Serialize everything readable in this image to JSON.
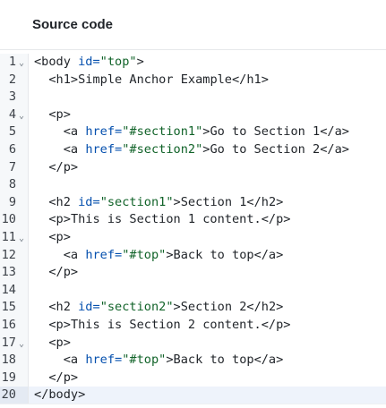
{
  "panel": {
    "title": "Source code"
  },
  "editor": {
    "active_line": 20,
    "lines": [
      {
        "n": "1",
        "fold": true,
        "indent": 0,
        "parts": [
          [
            "tag",
            "<body "
          ],
          [
            "attr",
            "id="
          ],
          [
            "str",
            "\"top\""
          ],
          [
            "tag",
            ">"
          ]
        ]
      },
      {
        "n": "2",
        "fold": false,
        "indent": 2,
        "parts": [
          [
            "tag",
            "<h1>"
          ],
          [
            "txt",
            "Simple Anchor Example"
          ],
          [
            "tag",
            "</h1>"
          ]
        ]
      },
      {
        "n": "3",
        "fold": false,
        "indent": 0,
        "parts": []
      },
      {
        "n": "4",
        "fold": true,
        "indent": 2,
        "parts": [
          [
            "tag",
            "<p>"
          ]
        ]
      },
      {
        "n": "5",
        "fold": false,
        "indent": 4,
        "parts": [
          [
            "tag",
            "<a "
          ],
          [
            "attr",
            "href="
          ],
          [
            "str",
            "\"#section1\""
          ],
          [
            "tag",
            ">"
          ],
          [
            "txt",
            "Go to Section 1"
          ],
          [
            "tag",
            "</a>"
          ]
        ]
      },
      {
        "n": "6",
        "fold": false,
        "indent": 4,
        "parts": [
          [
            "tag",
            "<a "
          ],
          [
            "attr",
            "href="
          ],
          [
            "str",
            "\"#section2\""
          ],
          [
            "tag",
            ">"
          ],
          [
            "txt",
            "Go to Section 2"
          ],
          [
            "tag",
            "</a>"
          ]
        ]
      },
      {
        "n": "7",
        "fold": false,
        "indent": 2,
        "parts": [
          [
            "tag",
            "</p>"
          ]
        ]
      },
      {
        "n": "8",
        "fold": false,
        "indent": 0,
        "parts": []
      },
      {
        "n": "9",
        "fold": false,
        "indent": 2,
        "parts": [
          [
            "tag",
            "<h2 "
          ],
          [
            "attr",
            "id="
          ],
          [
            "str",
            "\"section1\""
          ],
          [
            "tag",
            ">"
          ],
          [
            "txt",
            "Section 1"
          ],
          [
            "tag",
            "</h2>"
          ]
        ]
      },
      {
        "n": "10",
        "fold": false,
        "indent": 2,
        "parts": [
          [
            "tag",
            "<p>"
          ],
          [
            "txt",
            "This is Section 1 content."
          ],
          [
            "tag",
            "</p>"
          ]
        ]
      },
      {
        "n": "11",
        "fold": true,
        "indent": 2,
        "parts": [
          [
            "tag",
            "<p>"
          ]
        ]
      },
      {
        "n": "12",
        "fold": false,
        "indent": 4,
        "parts": [
          [
            "tag",
            "<a "
          ],
          [
            "attr",
            "href="
          ],
          [
            "str",
            "\"#top\""
          ],
          [
            "tag",
            ">"
          ],
          [
            "txt",
            "Back to top"
          ],
          [
            "tag",
            "</a>"
          ]
        ]
      },
      {
        "n": "13",
        "fold": false,
        "indent": 2,
        "parts": [
          [
            "tag",
            "</p>"
          ]
        ]
      },
      {
        "n": "14",
        "fold": false,
        "indent": 0,
        "parts": []
      },
      {
        "n": "15",
        "fold": false,
        "indent": 2,
        "parts": [
          [
            "tag",
            "<h2 "
          ],
          [
            "attr",
            "id="
          ],
          [
            "str",
            "\"section2\""
          ],
          [
            "tag",
            ">"
          ],
          [
            "txt",
            "Section 2"
          ],
          [
            "tag",
            "</h2>"
          ]
        ]
      },
      {
        "n": "16",
        "fold": false,
        "indent": 2,
        "parts": [
          [
            "tag",
            "<p>"
          ],
          [
            "txt",
            "This is Section 2 content."
          ],
          [
            "tag",
            "</p>"
          ]
        ]
      },
      {
        "n": "17",
        "fold": true,
        "indent": 2,
        "parts": [
          [
            "tag",
            "<p>"
          ]
        ]
      },
      {
        "n": "18",
        "fold": false,
        "indent": 4,
        "parts": [
          [
            "tag",
            "<a "
          ],
          [
            "attr",
            "href="
          ],
          [
            "str",
            "\"#top\""
          ],
          [
            "tag",
            ">"
          ],
          [
            "txt",
            "Back to top"
          ],
          [
            "tag",
            "</a>"
          ]
        ]
      },
      {
        "n": "19",
        "fold": false,
        "indent": 2,
        "parts": [
          [
            "tag",
            "</p>"
          ]
        ]
      },
      {
        "n": "20",
        "fold": false,
        "indent": 0,
        "parts": [
          [
            "tag",
            "</body>"
          ]
        ]
      }
    ]
  },
  "icons": {
    "fold": "chevron-down-icon"
  },
  "colors": {
    "tag": "#1f2328",
    "attribute": "#0550ae",
    "string": "#116329",
    "gutter_bg": "#f6f8fa",
    "active_line_bg": "#eef3fb"
  }
}
